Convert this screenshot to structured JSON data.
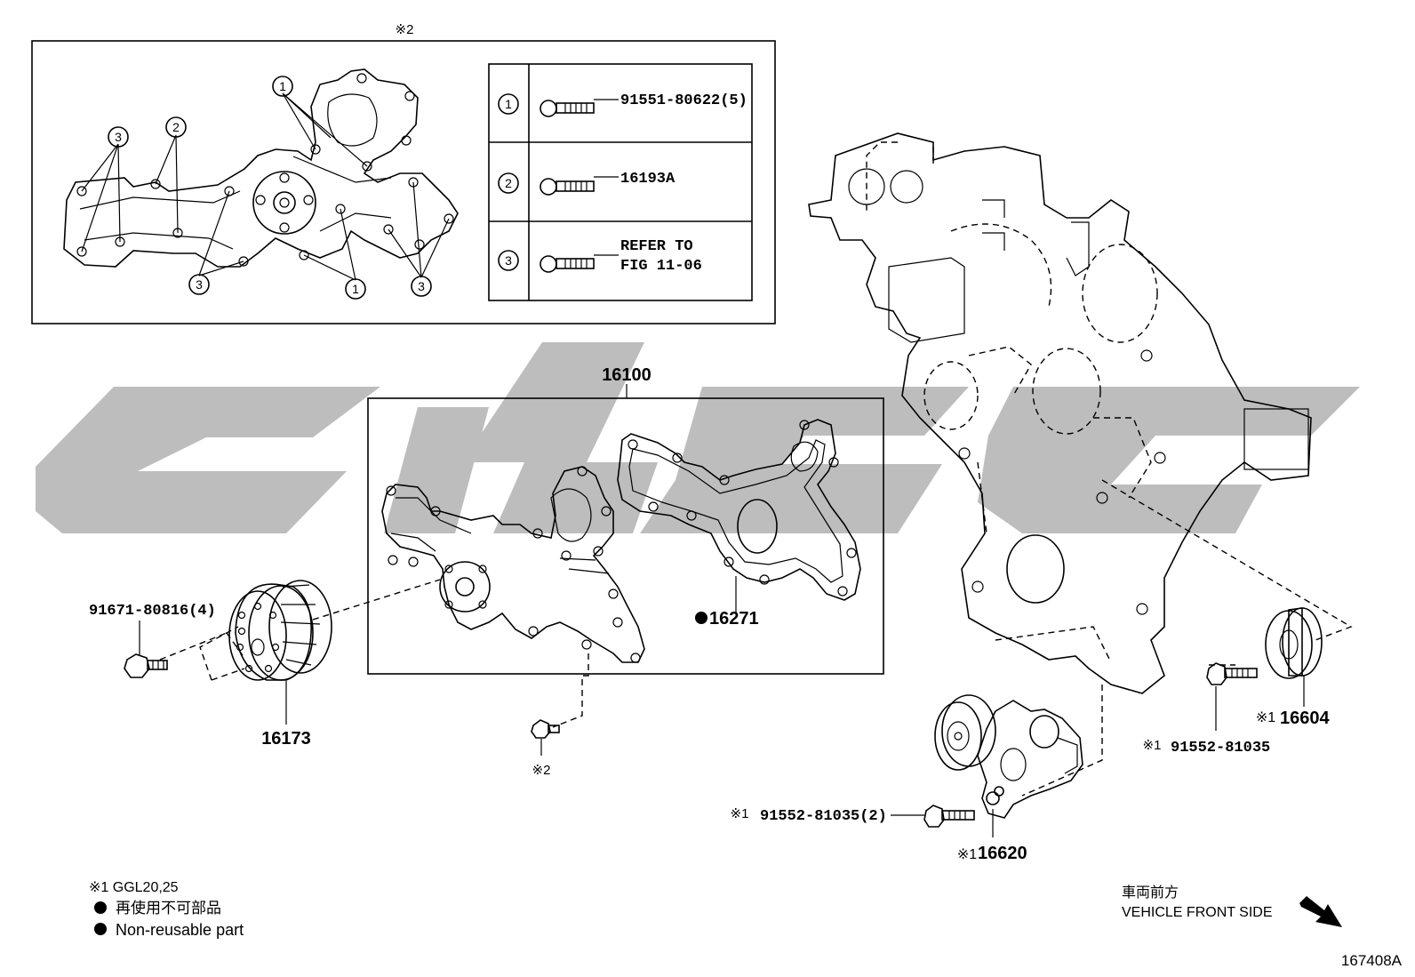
{
  "detail_box": {
    "label": "※2",
    "bolt_table": [
      {
        "key": "1",
        "part": "91551-80622(5)"
      },
      {
        "key": "2",
        "part": "16193A"
      },
      {
        "key": "3",
        "part_line1": "REFER TO",
        "part_line2": "FIG 11-06"
      }
    ],
    "callouts": [
      "1",
      "2",
      "3"
    ]
  },
  "parts": {
    "water_pump_assembly": "16100",
    "gasket": "16271",
    "pulley": "16173",
    "pulley_bolt": "91671-80816(4)",
    "pump_bolt_ref": "※2",
    "tensioner": "16620",
    "tensioner_prefix": "※1",
    "tensioner_bolt": "91552-81035(2)",
    "tensioner_bolt_prefix": "※1",
    "idler": "16604",
    "idler_prefix": "※1",
    "idler_bolt": "91552-81035",
    "idler_bolt_prefix": "※1"
  },
  "legend": {
    "note1": "※1 GGL20,25",
    "nonreusable_jp": "再使用不可部品",
    "nonreusable_en": "Non-reusable part"
  },
  "orientation": {
    "jp": "車両前方",
    "en": "VEHICLE FRONT SIDE"
  },
  "figure_id": "167408A",
  "colors": {
    "watermark": "#bdbdbd",
    "ink": "#000000"
  }
}
